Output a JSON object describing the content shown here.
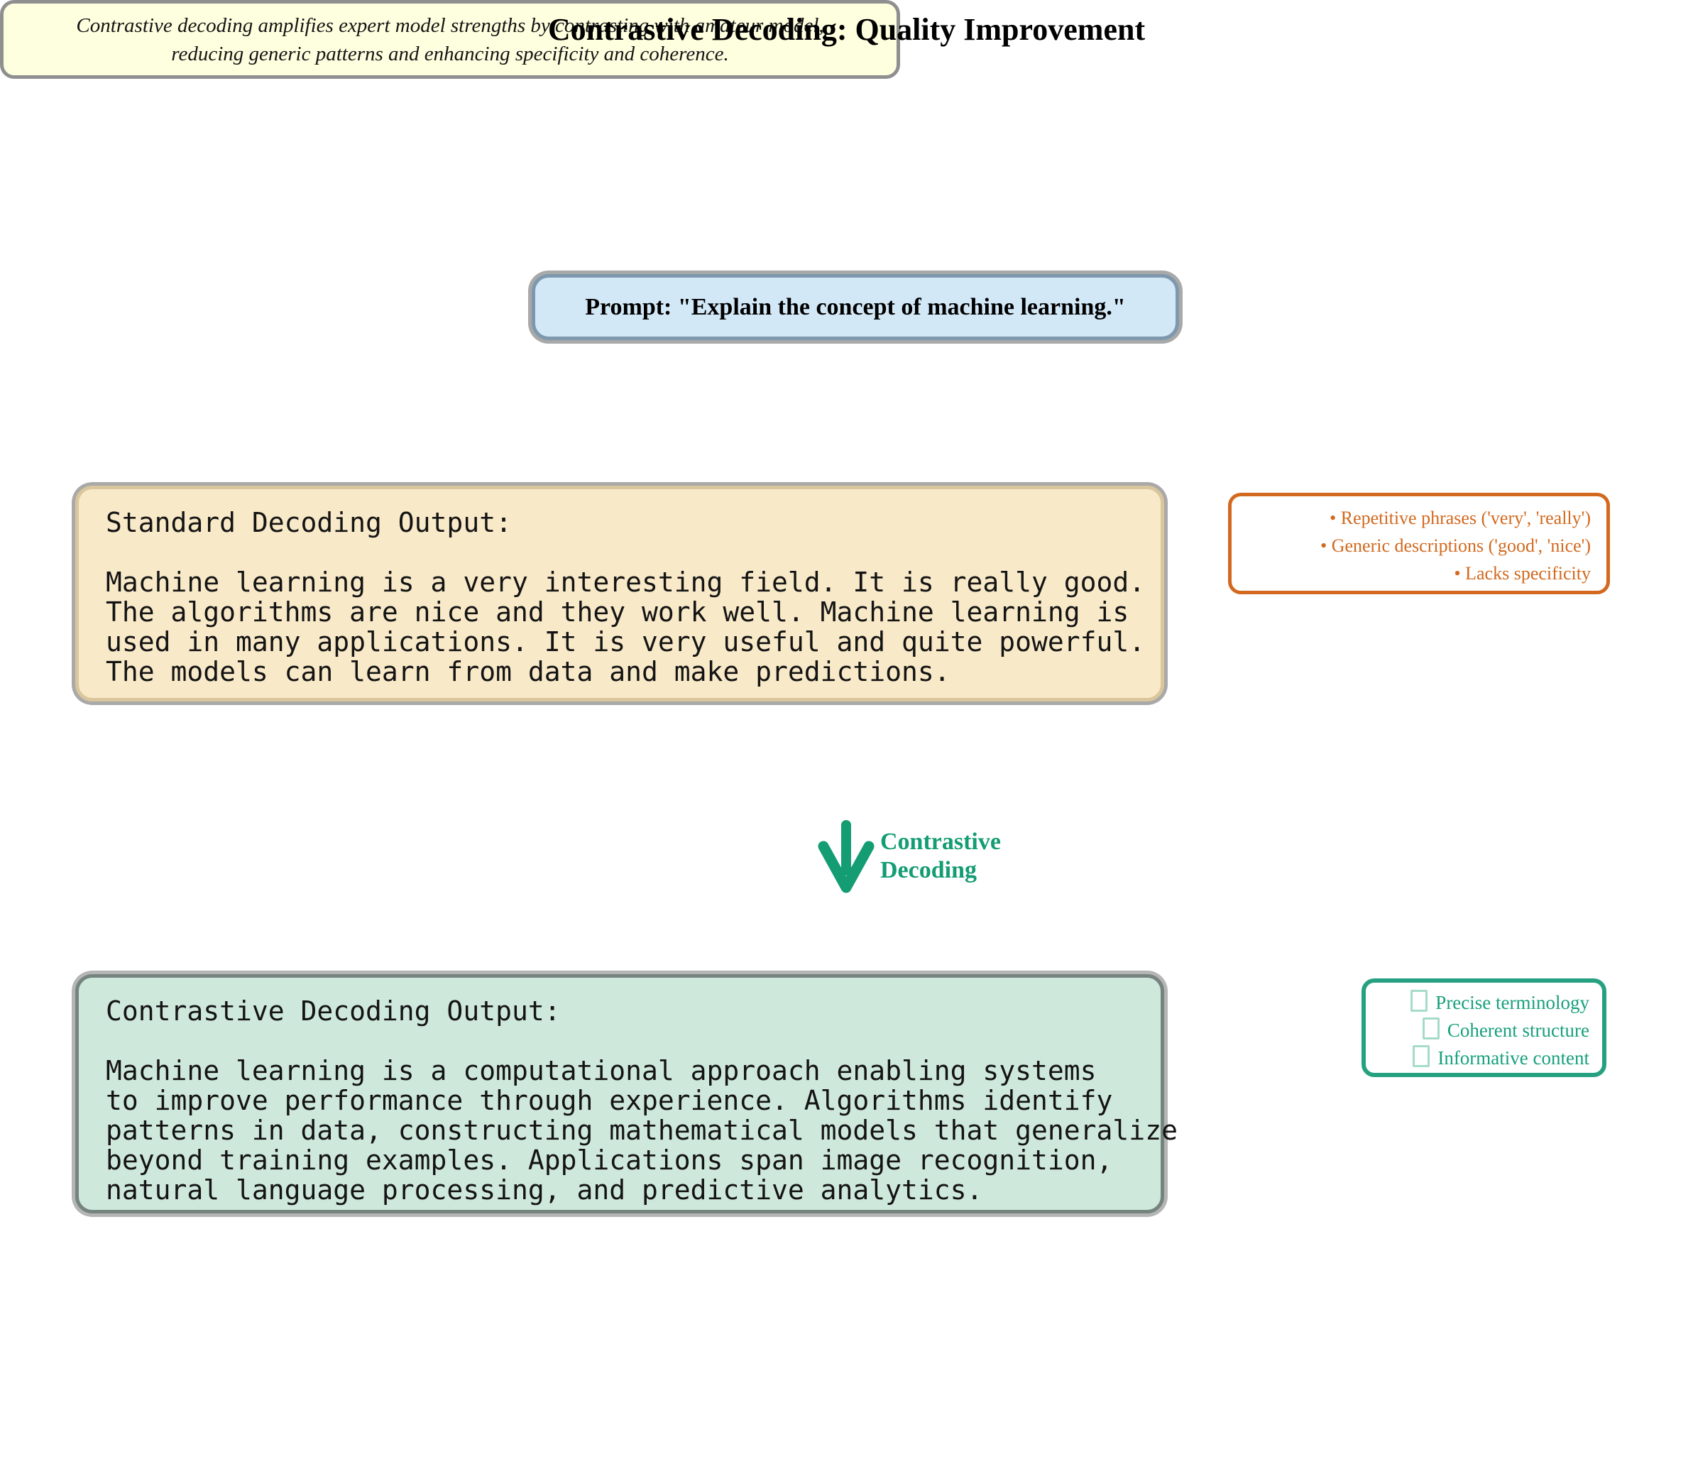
{
  "title": "Contrastive Decoding: Quality Improvement",
  "prompt": {
    "text": "Prompt: \"Explain the concept of machine learning.\""
  },
  "standard_output": {
    "header": "Standard Decoding Output:",
    "body": "Machine learning is a very interesting field. It is really good.\nThe algorithms are nice and they work well. Machine learning is\nused in many applications. It is very useful and quite powerful.\nThe models can learn from data and make predictions."
  },
  "standard_issues": {
    "items": [
      "• Repetitive phrases ('very', 'really')",
      "• Generic descriptions ('good', 'nice')",
      "• Lacks specificity"
    ]
  },
  "transition": {
    "label": [
      "Contrastive",
      "Decoding"
    ]
  },
  "contrastive_output": {
    "header": "Contrastive Decoding Output:",
    "body": "Machine learning is a computational approach enabling systems\nto improve performance through experience. Algorithms identify\npatterns in data, constructing mathematical models that generalize\nbeyond training examples. Applications span image recognition,\nnatural language processing, and predictive analytics."
  },
  "contrastive_qualities": {
    "items": [
      "Precise terminology",
      "Coherent structure",
      "Informative content"
    ]
  },
  "summary": {
    "lines": [
      "Contrastive decoding amplifies expert model strengths by contrasting with amateur model,",
      "reducing generic patterns and enhancing specificity and coherence."
    ]
  },
  "colors": {
    "prompt_fill": "#d3e8f7",
    "prompt_border": "#7e99ae",
    "standard_fill": "#f8e9c8",
    "standard_border": "#d9c69c",
    "contrastive_fill": "#cfe8dc",
    "contrastive_border": "#76847f",
    "issues_accent": "#d2691e",
    "qualities_accent": "#18a07c",
    "arrow_green": "#149c73",
    "summary_fill": "#feffdf",
    "outer_ring_gray": "#a9a9a9"
  }
}
